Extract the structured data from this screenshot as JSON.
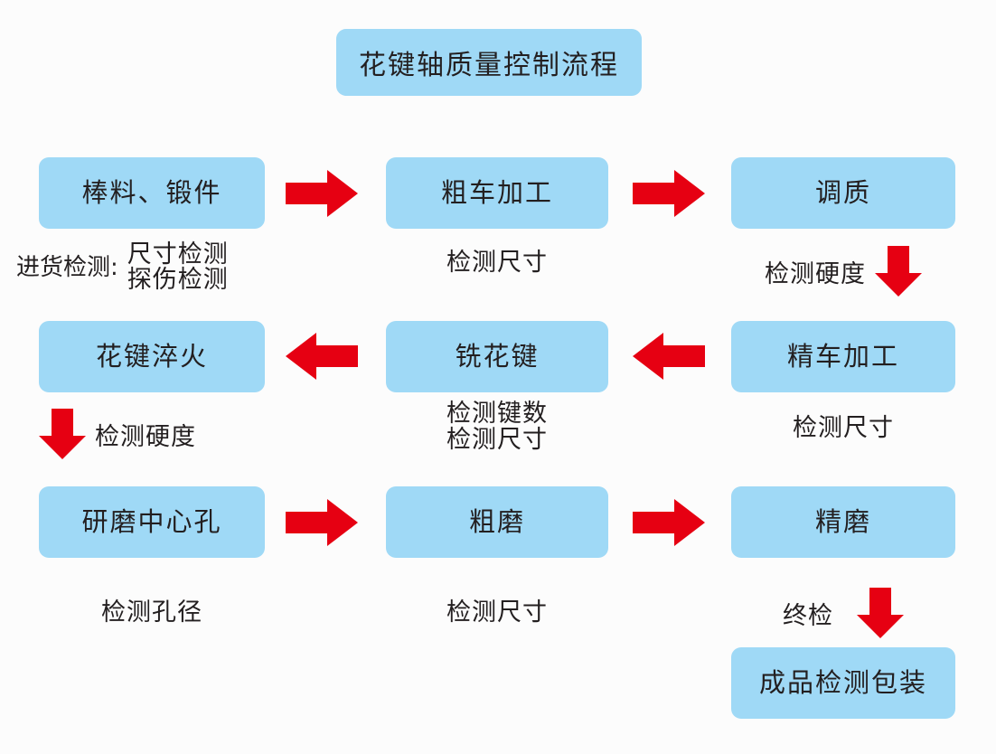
{
  "diagram": {
    "title": "花键轴质量控制流程",
    "background_color": "#fcfcfc",
    "node_color": "#9fd9f6",
    "arrow_color": "#e60012",
    "text_color": "#231f20"
  },
  "nodes": [
    {
      "id": "raw",
      "label": "棒料、锻件"
    },
    {
      "id": "rough-turn",
      "label": "粗车加工"
    },
    {
      "id": "temper",
      "label": "调质"
    },
    {
      "id": "quench",
      "label": "花键淬火"
    },
    {
      "id": "mill-spline",
      "label": "铣花键"
    },
    {
      "id": "fine-turn",
      "label": "精车加工"
    },
    {
      "id": "center-hole",
      "label": "研磨中心孔"
    },
    {
      "id": "rough-grind",
      "label": "粗磨"
    },
    {
      "id": "fine-grind",
      "label": "精磨"
    },
    {
      "id": "final-pack",
      "label": "成品检测包装"
    }
  ],
  "captions": {
    "incoming_label": "进货检测:",
    "incoming_lines": [
      "尺寸检测",
      "探伤检测"
    ],
    "rough_turn": "检测尺寸",
    "temper": "检测硬度",
    "quench": "检测硬度",
    "mill_spline_lines": [
      "检测键数",
      "检测尺寸"
    ],
    "fine_turn": "检测尺寸",
    "center_hole": "检测孔径",
    "rough_grind": "检测尺寸",
    "final_inspect": "终检"
  },
  "arrows": [
    {
      "id": "raw-to-rough-turn",
      "direction": "right"
    },
    {
      "id": "rough-turn-to-temper",
      "direction": "right"
    },
    {
      "id": "temper-to-fine-turn",
      "direction": "down"
    },
    {
      "id": "fine-turn-to-mill-spline",
      "direction": "left"
    },
    {
      "id": "mill-spline-to-quench",
      "direction": "left"
    },
    {
      "id": "quench-to-center-hole",
      "direction": "down"
    },
    {
      "id": "center-hole-to-rough-grind",
      "direction": "right"
    },
    {
      "id": "rough-grind-to-fine-grind",
      "direction": "right"
    },
    {
      "id": "fine-grind-to-final-pack",
      "direction": "down"
    }
  ]
}
